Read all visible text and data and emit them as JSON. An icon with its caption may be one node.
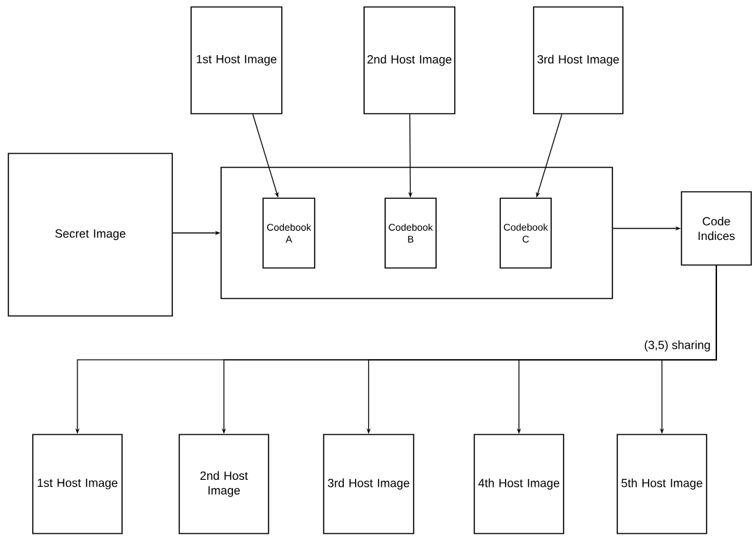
{
  "diagram": {
    "nodes": [
      {
        "text": [
          "Secret Image"
        ]
      },
      {
        "text": [
          "1st Host Image"
        ]
      },
      {
        "text": [
          "2nd Host Image"
        ]
      },
      {
        "text": [
          "3rd Host Image"
        ]
      },
      {
        "text": [],
        "shape": "box"
      },
      {
        "text": [
          "Codebook A"
        ],
        "in": 4
      },
      {
        "text": [
          "Codebook B"
        ],
        "in": 4
      },
      {
        "text": [
          "Codebook C"
        ],
        "in": 4
      },
      {
        "text": [
          "Code Indices"
        ]
      },
      {
        "text": [
          "1st Host Image"
        ]
      },
      {
        "text": [
          "2nd Host Image"
        ]
      },
      {
        "text": [
          "3rd Host Image"
        ]
      },
      {
        "text": [
          "4th Host Image"
        ]
      },
      {
        "text": [
          "5th Host Image"
        ]
      }
    ],
    "edges": [
      {
        "from": 1,
        "to": 5,
        "arrow": "to"
      },
      {
        "from": 2,
        "to": 6,
        "arrow": "to"
      },
      {
        "from": 3,
        "to": 7,
        "arrow": "to"
      },
      {
        "from": 0,
        "to": 4,
        "arrow": "to"
      },
      {
        "from": 4,
        "to": 8,
        "arrow": "to"
      },
      {
        "from": 8,
        "to": 9,
        "arrow": "to"
      },
      {
        "from": 8,
        "to": 10,
        "arrow": "to"
      },
      {
        "from": 8,
        "to": 11,
        "arrow": "to"
      },
      {
        "from": 8,
        "to": 12,
        "arrow": "to"
      },
      {
        "from": 8,
        "to": 13,
        "arrow": "to"
      }
    ],
    "labels": [
      "(3,5) sharing"
    ]
  }
}
